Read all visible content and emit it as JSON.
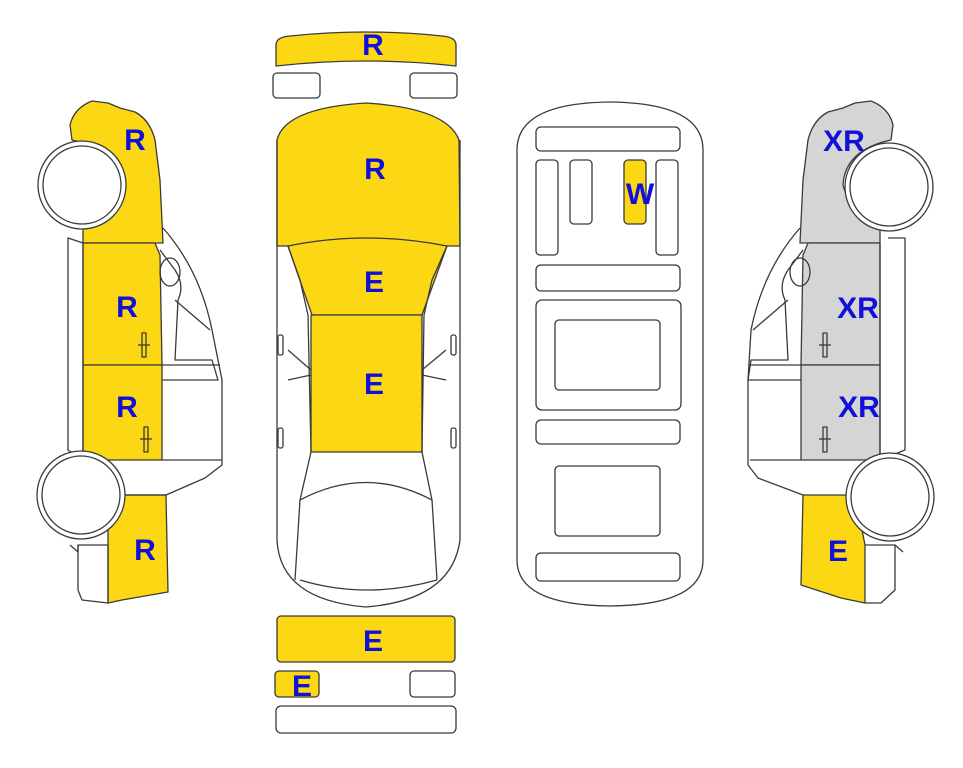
{
  "colors": {
    "damaged": "#fcd714",
    "replaced": "#d5d5d5",
    "outline": "#3a3a3a",
    "label": "#1010d8"
  },
  "labels": {
    "left_front_fender": "R",
    "left_front_door": "R",
    "left_rear_door": "R",
    "left_rear_quarter": "R",
    "front_bumper": "R",
    "hood": "R",
    "windshield_area": "E",
    "roof": "E",
    "rear_bumper": "E",
    "rear_lamp": "E",
    "floor_member": "W",
    "right_front_fender": "XR",
    "right_front_door": "XR",
    "right_rear_door": "XR",
    "right_rear_quarter": "E"
  }
}
